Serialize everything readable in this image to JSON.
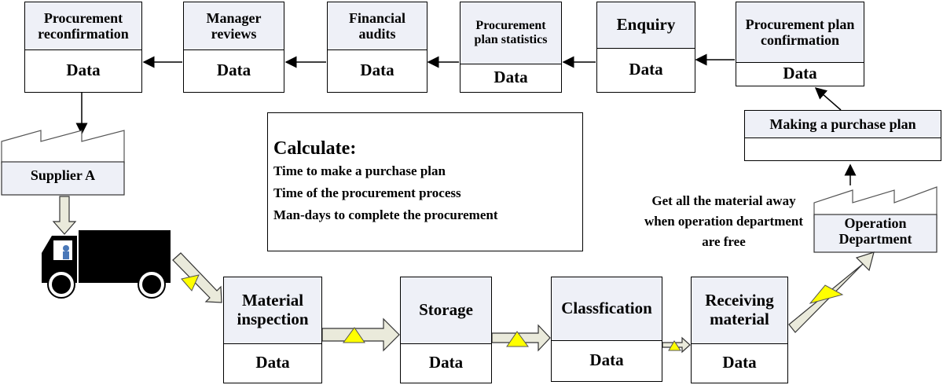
{
  "top_flow": [
    {
      "title": "Procurement reconfirmation",
      "body": "Data"
    },
    {
      "title": "Manager reviews",
      "body": "Data"
    },
    {
      "title": "Financial audits",
      "body": "Data"
    },
    {
      "title": "Procurement plan statistics",
      "body": "Data"
    },
    {
      "title": "Enquiry",
      "body": "Data"
    },
    {
      "title": "Procurement plan confirmation",
      "body": "Data"
    }
  ],
  "purchase_plan": {
    "title": "Making a purchase plan",
    "body": ""
  },
  "calculate": {
    "title": "Calculate:",
    "items": [
      "Time to make a purchase plan",
      "Time of the procurement process",
      "Man-days to complete the procurement"
    ]
  },
  "supplier": {
    "label": "Supplier A"
  },
  "operation": {
    "label": "Operation Department"
  },
  "note": "Get all the material away when operation department are free",
  "bottom_flow": [
    {
      "title": "Material inspection",
      "body": "Data"
    },
    {
      "title": "Storage",
      "body": "Data"
    },
    {
      "title": "Classfication",
      "body": "Data"
    },
    {
      "title": "Receiving material",
      "body": "Data"
    }
  ],
  "colors": {
    "header_fill": "#eef0f7",
    "arrow_fill": "#eaeadb",
    "triangle": "#ffff00",
    "truck": "#000000"
  }
}
